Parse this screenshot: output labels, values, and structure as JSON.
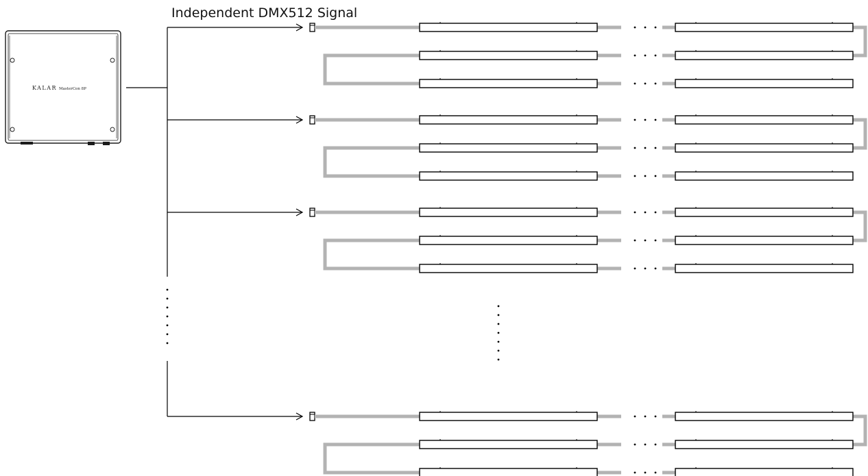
{
  "signal_label": "Independent DMX512 Signal",
  "controller": {
    "brand_text": "KALAR",
    "model_text": "MasterCon 8P",
    "body_color": "#ffffff",
    "outline_color": "#1a1a1a"
  },
  "colors": {
    "cable": "#b3b3b3",
    "line": "#000000"
  },
  "branches_visible": 4,
  "runs_per_branch": 3,
  "fixtures_per_run_visible": 2
}
